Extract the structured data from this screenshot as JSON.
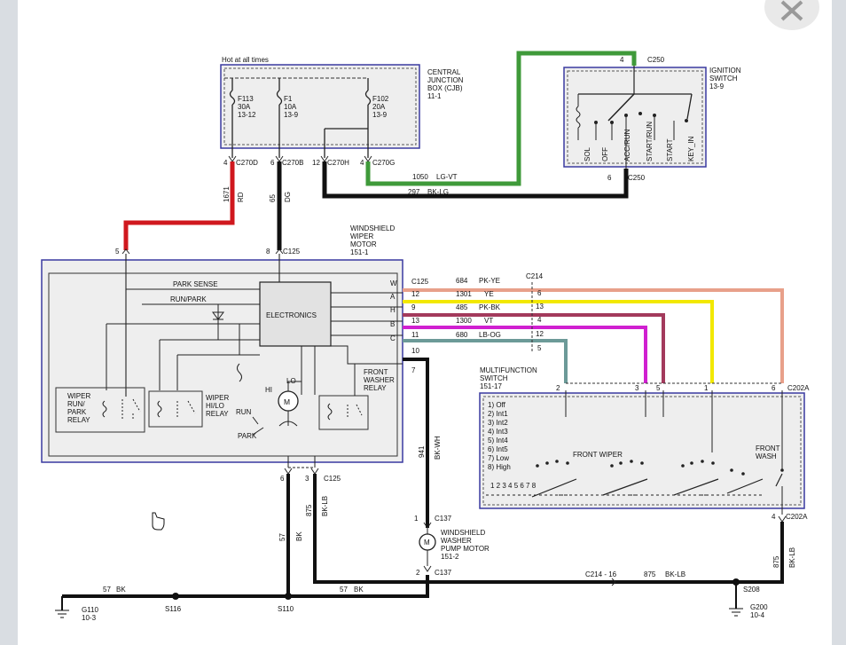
{
  "cjb": {
    "hot": "Hot at all times",
    "title": [
      "CENTRAL",
      "JUNCTION",
      "BOX (CJB)",
      "11-1"
    ]
  },
  "fuses": [
    {
      "id": "F113",
      "amps": "30A",
      "ref": "13-12"
    },
    {
      "id": "F1",
      "amps": "10A",
      "ref": "13-9"
    },
    {
      "id": "F102",
      "amps": "20A",
      "ref": "13-9"
    }
  ],
  "cjb_pins": [
    {
      "pin": "4",
      "conn": "C270D"
    },
    {
      "pin": "6",
      "conn": "C270B"
    },
    {
      "pin": "12",
      "conn": "C270H"
    },
    {
      "pin": "4",
      "conn": "C270G"
    }
  ],
  "ignition": {
    "title": [
      "IGNITION",
      "SWITCH",
      "13-9"
    ],
    "top_pin": "4",
    "top_conn": "C250",
    "bottom_pin": "6",
    "bottom_conn": "C250",
    "positions": [
      "SOL",
      "OFF",
      "ACC/RUN",
      "START/RUN",
      "START",
      "KEY_IN"
    ]
  },
  "wires_top": [
    {
      "circuit": "1050",
      "color": "LG-VT"
    },
    {
      "circuit": "297",
      "color": "BK-LG"
    },
    {
      "circuit": "1671",
      "color": "RD"
    },
    {
      "circuit": "65",
      "color": "DG"
    }
  ],
  "motor": {
    "title": [
      "WINDSHIELD",
      "WIPER",
      "MOTOR",
      "151-1"
    ],
    "pin5": "5",
    "pin8": "8",
    "c125": "C125",
    "park_sense": "PARK SENSE",
    "run_park": "RUN/PARK",
    "electronics": "ELECTRONICS",
    "relay_runpark": [
      "WIPER",
      "RUN/",
      "PARK",
      "RELAY"
    ],
    "relay_hilo": [
      "WIPER",
      "HI/LO",
      "RELAY"
    ],
    "relay_washer": [
      "FRONT",
      "WASHER",
      "RELAY"
    ],
    "hi": "HI",
    "lo": "LO",
    "m": "M",
    "run": "RUN",
    "park": "PARK",
    "side_letters": [
      "W",
      "A",
      "H",
      "B",
      "C"
    ],
    "side_pins": [
      "12",
      "9",
      "13",
      "11",
      "10",
      "7"
    ],
    "bottom_pins": [
      "6",
      "3"
    ],
    "bottom_conn": "C125"
  },
  "harness": [
    {
      "circuit": "684",
      "color": "PK-YE",
      "pin": "6"
    },
    {
      "circuit": "1301",
      "color": "YE",
      "pin": "13"
    },
    {
      "circuit": "485",
      "color": "PK-BK",
      "pin": "4"
    },
    {
      "circuit": "1300",
      "color": "VT",
      "pin": "12"
    },
    {
      "circuit": "680",
      "color": "LB-OG",
      "pin": "5"
    }
  ],
  "c125_label": "C125",
  "c214_label": "C214",
  "multifunction": {
    "title": [
      "MULTIFUNCTION",
      "SWITCH",
      "151-17"
    ],
    "pins": [
      "2",
      "3",
      "5",
      "1",
      "6"
    ],
    "conn": "C202A",
    "modes": [
      "1) Off",
      "2) Int1",
      "3) Int2",
      "4) Int3",
      "5) Int4",
      "6) Int5",
      "7) Low",
      "8) High"
    ],
    "front_wiper": "FRONT WIPER",
    "front_wash": [
      "FRONT",
      "WASH"
    ],
    "dial_numbers": "1 2 3 4 5 6 7 8",
    "bottom_pin": "4",
    "bottom_conn": "C202A"
  },
  "washer": {
    "title": [
      "WINDSHIELD",
      "WASHER",
      "PUMP MOTOR",
      "151-2"
    ],
    "top_pin": "1",
    "top_conn": "C137",
    "bottom_pin": "2",
    "bottom_conn": "C137",
    "wire": {
      "circuit": "941",
      "color": "BK-WH"
    }
  },
  "bottom": {
    "w57_vert": {
      "circuit": "57",
      "color": "BK"
    },
    "w875_vert": {
      "circuit": "875",
      "color": "BK-LB"
    },
    "w57_left": {
      "circuit": "57",
      "color": "BK"
    },
    "w57_right": {
      "circuit": "57",
      "color": "BK"
    },
    "c214_16": "C214 - 16",
    "w875_right": {
      "circuit": "875",
      "color": "BK-LB"
    },
    "w875_mfs": {
      "circuit": "875",
      "color": "BK-LB"
    },
    "s116": "S116",
    "s110": "S110",
    "s208": "S208",
    "g110": [
      "G110",
      "10-3"
    ],
    "g200": [
      "G200",
      "10-4"
    ]
  },
  "colors": {
    "red": "#d0181e",
    "green": "#3f9a3a",
    "pink": "#e8a08a",
    "yellow": "#f2e800",
    "pinkbk": "#a33a5c",
    "violet": "#d020d0",
    "lbog": "#6c9a98",
    "blue": "#2a2a9a"
  }
}
